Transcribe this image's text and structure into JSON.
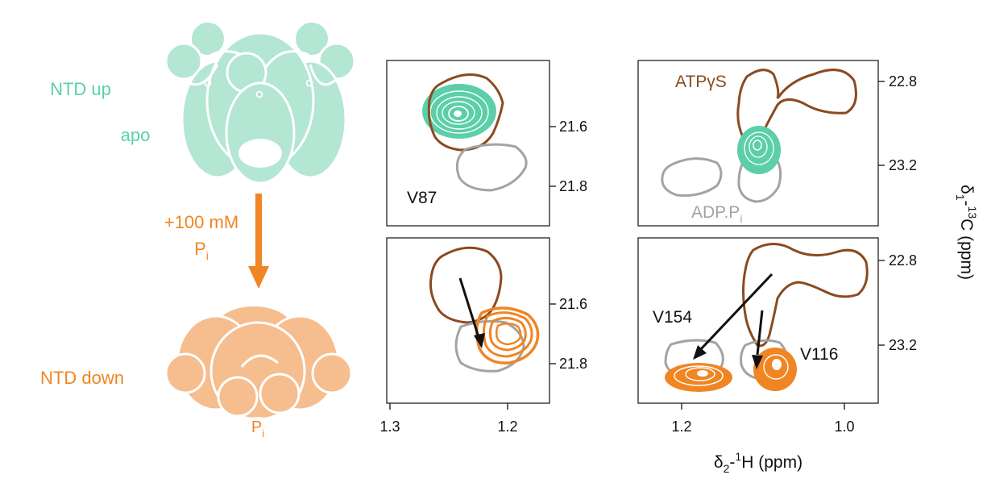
{
  "colors": {
    "teal": "#5ccfa9",
    "teal_light": "#b3e6d3",
    "orange": "#f08524",
    "orange_light": "#f6bd8f",
    "brown": "#8b4a1f",
    "gray": "#a3a3a3",
    "black": "#111111"
  },
  "left": {
    "ntd_up": "NTD up",
    "apo": "apo",
    "pi_add_line1": "+100 mM",
    "pi_add_base": "P",
    "pi_add_sub": "i",
    "ntd_down": "NTD down",
    "pi_inside_base": "P",
    "pi_inside_sub": "i"
  },
  "axes": {
    "x_ticks_left": [
      "1.3",
      "1.2"
    ],
    "x_ticks_right": [
      "1.2",
      "1.0"
    ],
    "y_ticks_left": [
      "21.6",
      "21.8"
    ],
    "y_ticks_right": [
      "22.8",
      "23.2"
    ],
    "xlabel_base": "δ",
    "xlabel_sub": "2",
    "xlabel_mid": "-",
    "xlabel_sup": "1",
    "xlabel_end": "H (ppm)",
    "ylabel_base": "δ",
    "ylabel_sub": "1",
    "ylabel_mid": "-",
    "ylabel_sup": "13",
    "ylabel_end": "C (ppm)"
  },
  "labels": {
    "v87": "V87",
    "atpgs": "ATPγS",
    "adp_base": "ADP.P",
    "adp_sub": "i",
    "v154": "V154",
    "v116": "V116"
  }
}
